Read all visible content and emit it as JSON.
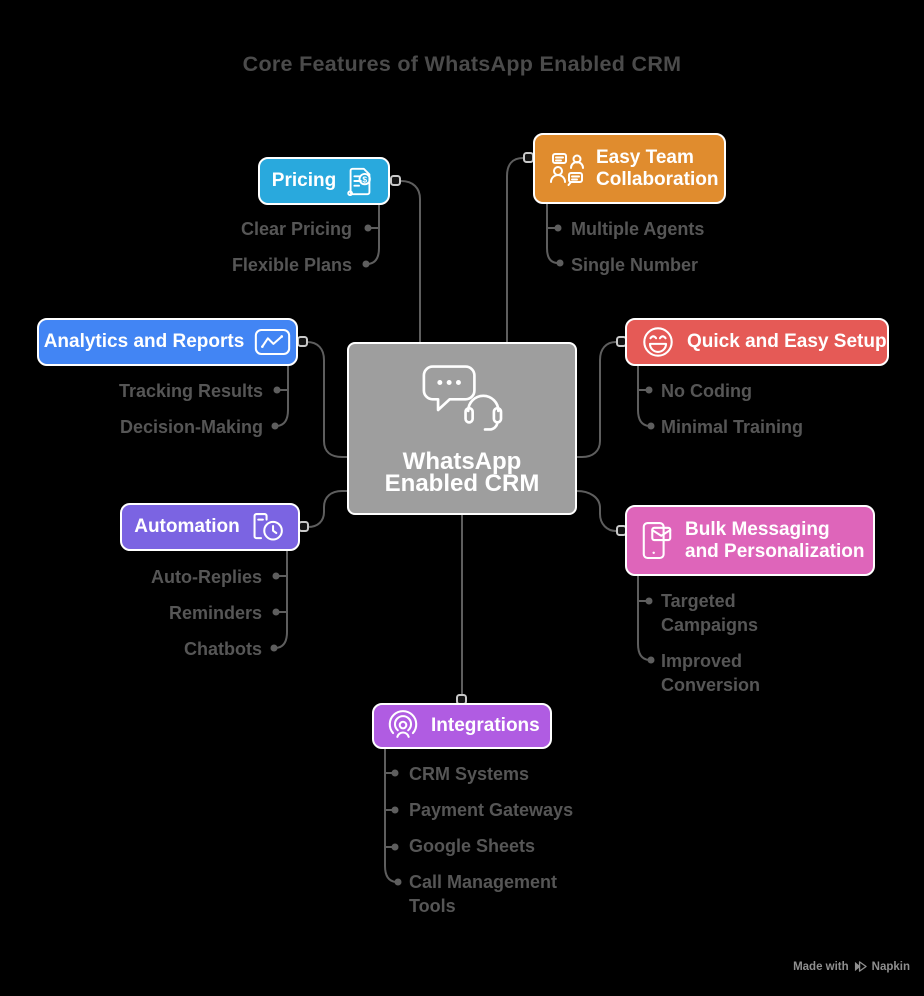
{
  "page": {
    "background": "#000000"
  },
  "title": "Core Features of WhatsApp Enabled CRM",
  "connectors": {
    "color": "#5E5E5E"
  },
  "center": {
    "label": "WhatsApp Enabled CRM",
    "icon": "chat-headset-icon",
    "color": "#9E9E9E"
  },
  "branches": [
    {
      "id": "pricing",
      "label": "Pricing",
      "icon": "invoice-icon",
      "color": "#29A9DD",
      "children": [
        "Clear Pricing",
        "Flexible Plans"
      ]
    },
    {
      "id": "easy-team-collaboration",
      "label": "Easy Team Collaboration",
      "icon": "team-chat-icon",
      "color": "#E08C2E",
      "children": [
        "Multiple Agents",
        "Single Number"
      ]
    },
    {
      "id": "analytics-and-reports",
      "label": "Analytics and Reports",
      "icon": "line-chart-icon",
      "color": "#4285F4",
      "children": [
        "Tracking Results",
        "Decision-Making"
      ]
    },
    {
      "id": "quick-and-easy-setup",
      "label": "Quick and Easy Setup",
      "icon": "smiley-icon",
      "color": "#E55A56",
      "children": [
        "No Coding",
        "Minimal Training"
      ]
    },
    {
      "id": "automation",
      "label": "Automation",
      "icon": "document-clock-icon",
      "color": "#7B64E2",
      "children": [
        "Auto-Replies",
        "Reminders",
        "Chatbots"
      ]
    },
    {
      "id": "bulk-messaging-and-personalization",
      "label": "Bulk Messaging and Personalization",
      "icon": "phone-mail-icon",
      "color": "#DE65BA",
      "children": [
        "Targeted Campaigns",
        "Improved Conversion"
      ]
    },
    {
      "id": "integrations",
      "label": "Integrations",
      "icon": "broadcast-person-icon",
      "color": "#B05CE2",
      "children": [
        "CRM Systems",
        "Payment Gateways",
        "Google Sheets",
        "Call Management Tools"
      ]
    }
  ],
  "watermark": {
    "made_with": "Made with",
    "brand": "Napkin"
  }
}
